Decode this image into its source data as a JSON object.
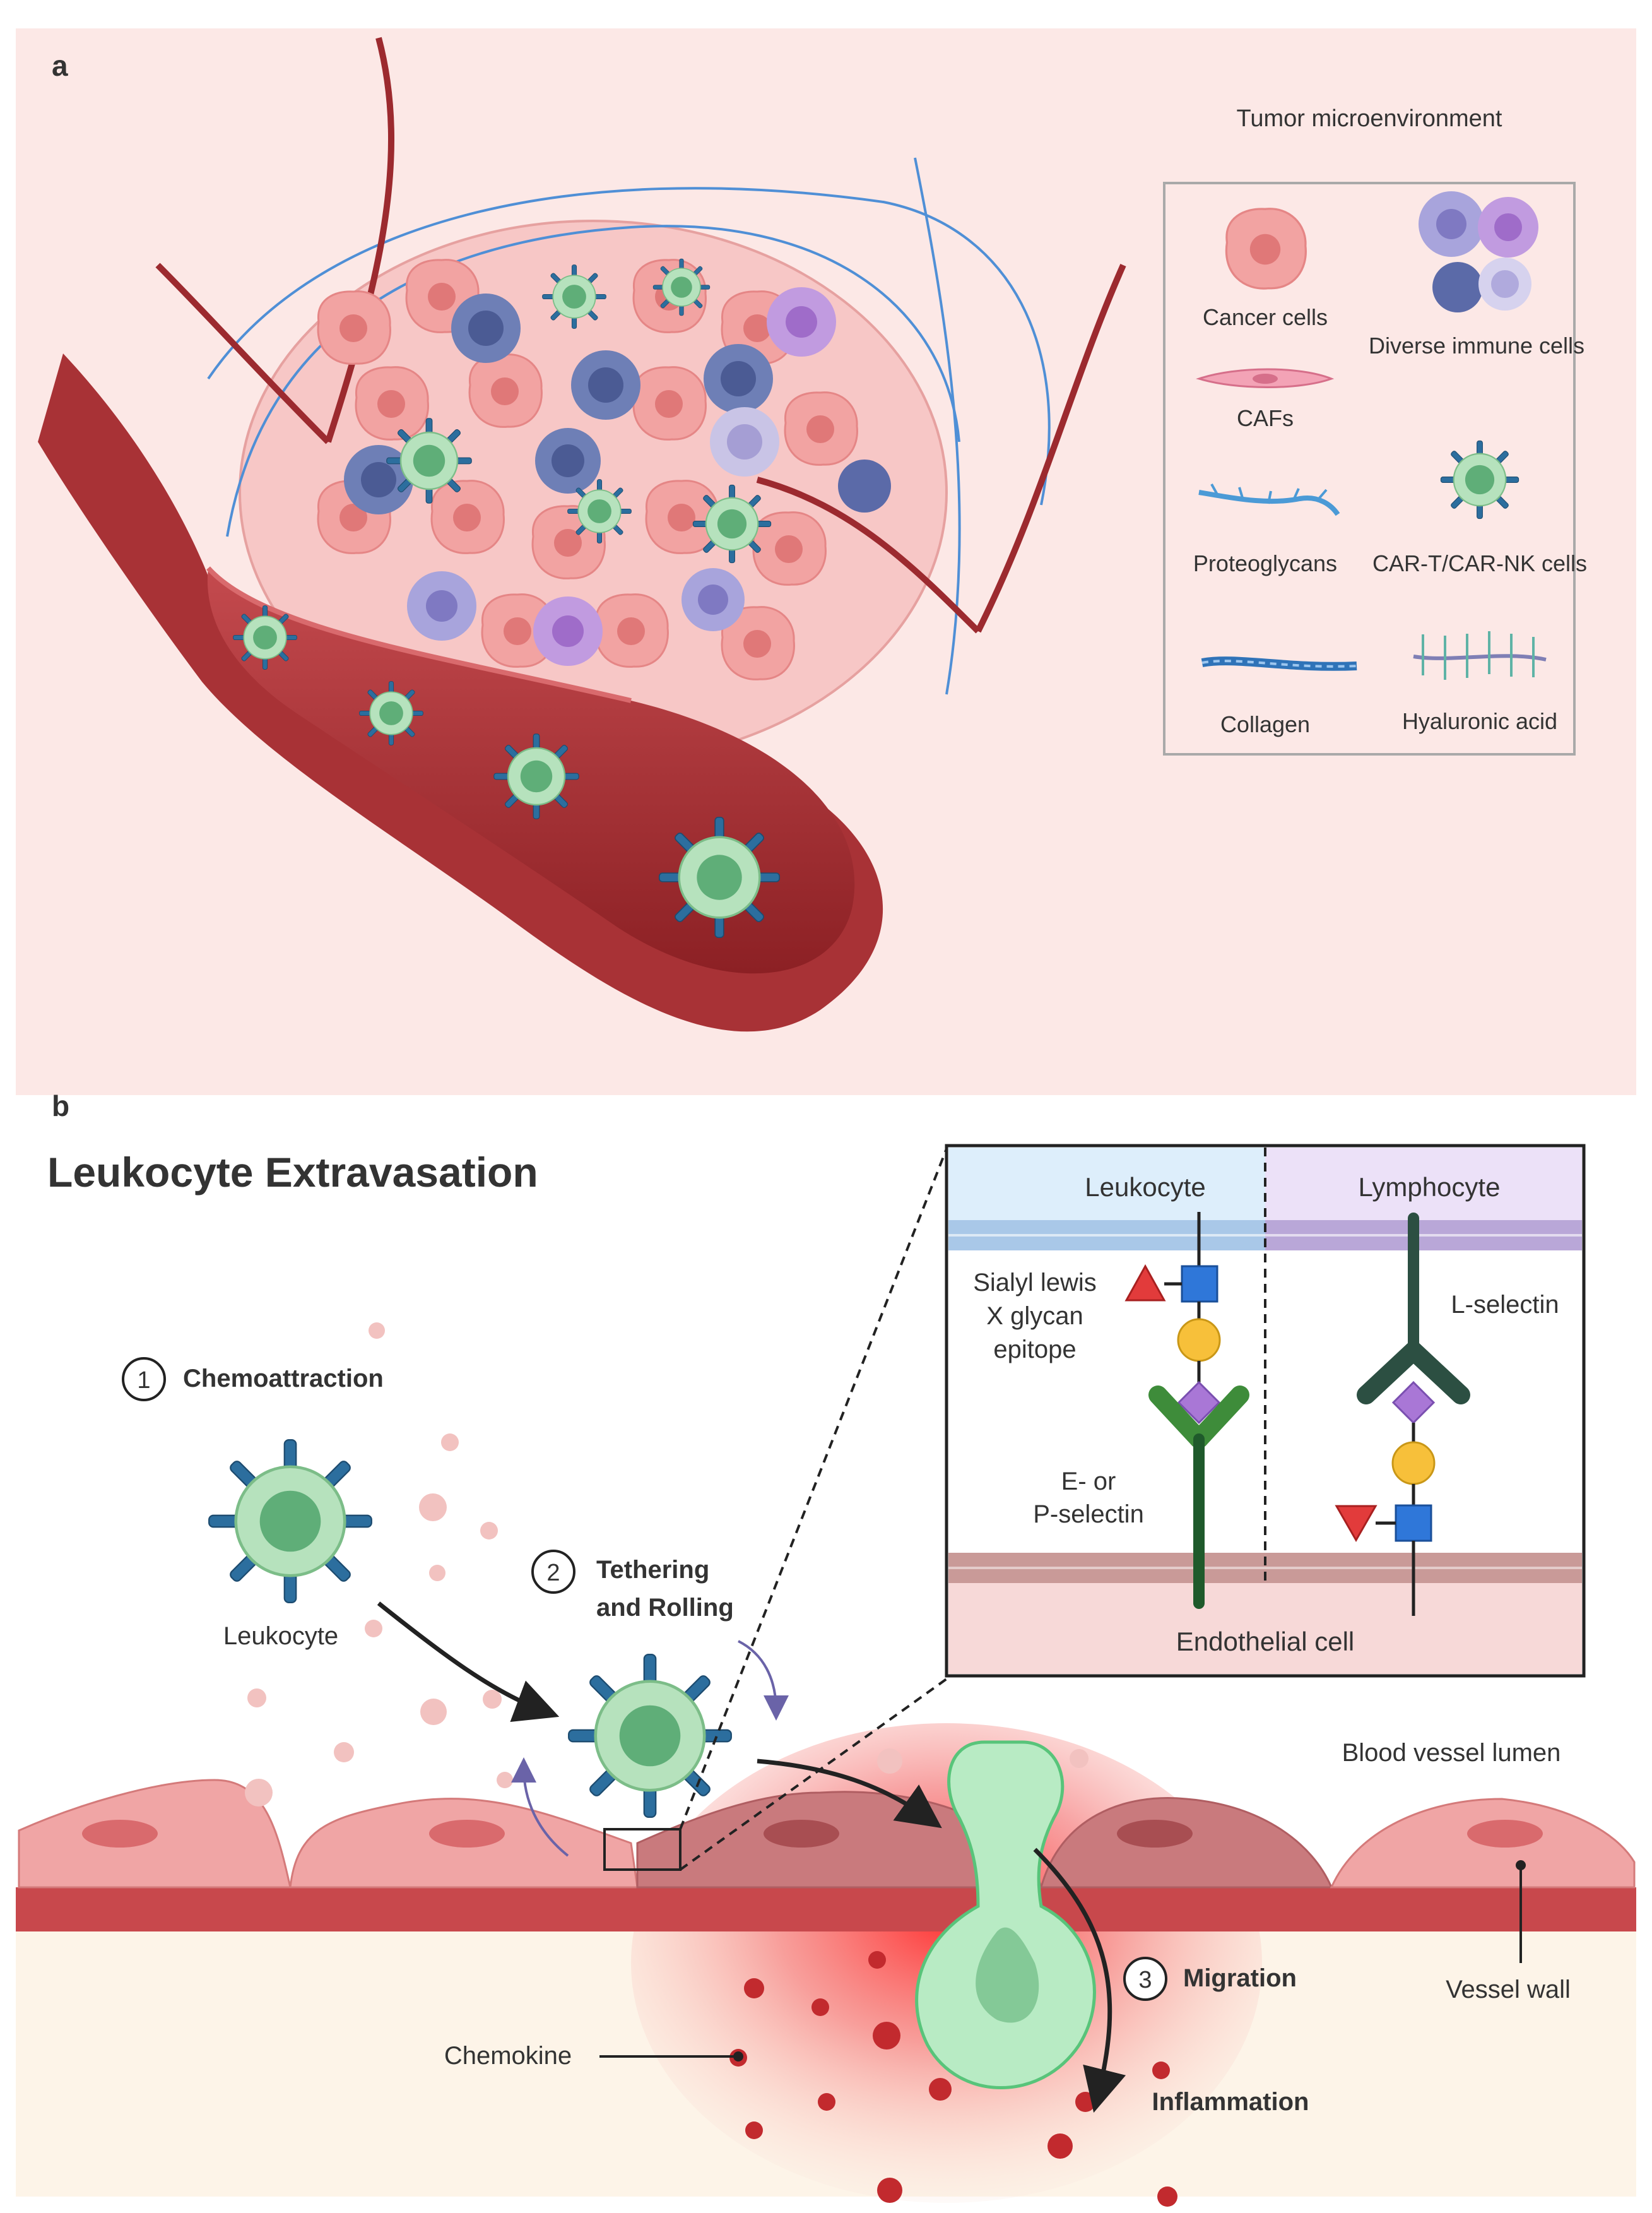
{
  "panel_a": {
    "letter": "a",
    "legend": {
      "title": "Tumor microenvironment",
      "items": {
        "cancer_cells": "Cancer cells",
        "immune_cells": "Diverse immune cells",
        "cafs": "CAFs",
        "proteoglycans": "Proteoglycans",
        "car_cells": "CAR-T/CAR-NK cells",
        "collagen": "Collagen",
        "hyaluronic_acid": "Hyaluronic acid"
      }
    }
  },
  "panel_b": {
    "letter": "b",
    "title": "Leukocyte Extravasation",
    "steps": {
      "step1_num": "1",
      "step1": "Chemoattraction",
      "step2_num": "2",
      "step2_line1": "Tethering",
      "step2_line2": "and Rolling",
      "step3_num": "3",
      "step3": "Migration"
    },
    "labels": {
      "leukocyte": "Leukocyte",
      "blood_vessel_lumen": "Blood vessel lumen",
      "vessel_wall": "Vessel wall",
      "chemokine": "Chemokine",
      "inflammation": "Inflammation"
    },
    "inset": {
      "leukocyte": "Leukocyte",
      "lymphocyte": "Lymphocyte",
      "sialyl_l1": "Sialyl lewis",
      "sialyl_l2": "X glycan",
      "sialyl_l3": "epitope",
      "l_selectin": "L-selectin",
      "ep_l1": "E- or",
      "ep_l2": "P-selectin",
      "endothelial": "Endothelial cell"
    }
  },
  "colors": {
    "panel_a_bg": "#fce8e6",
    "vessel": "#a83236",
    "cancer_cell": "#f0a0a0",
    "car_cell": "#9fd6a8",
    "receptor": "#2c6e9e",
    "inflammation": "#b01c1c"
  }
}
